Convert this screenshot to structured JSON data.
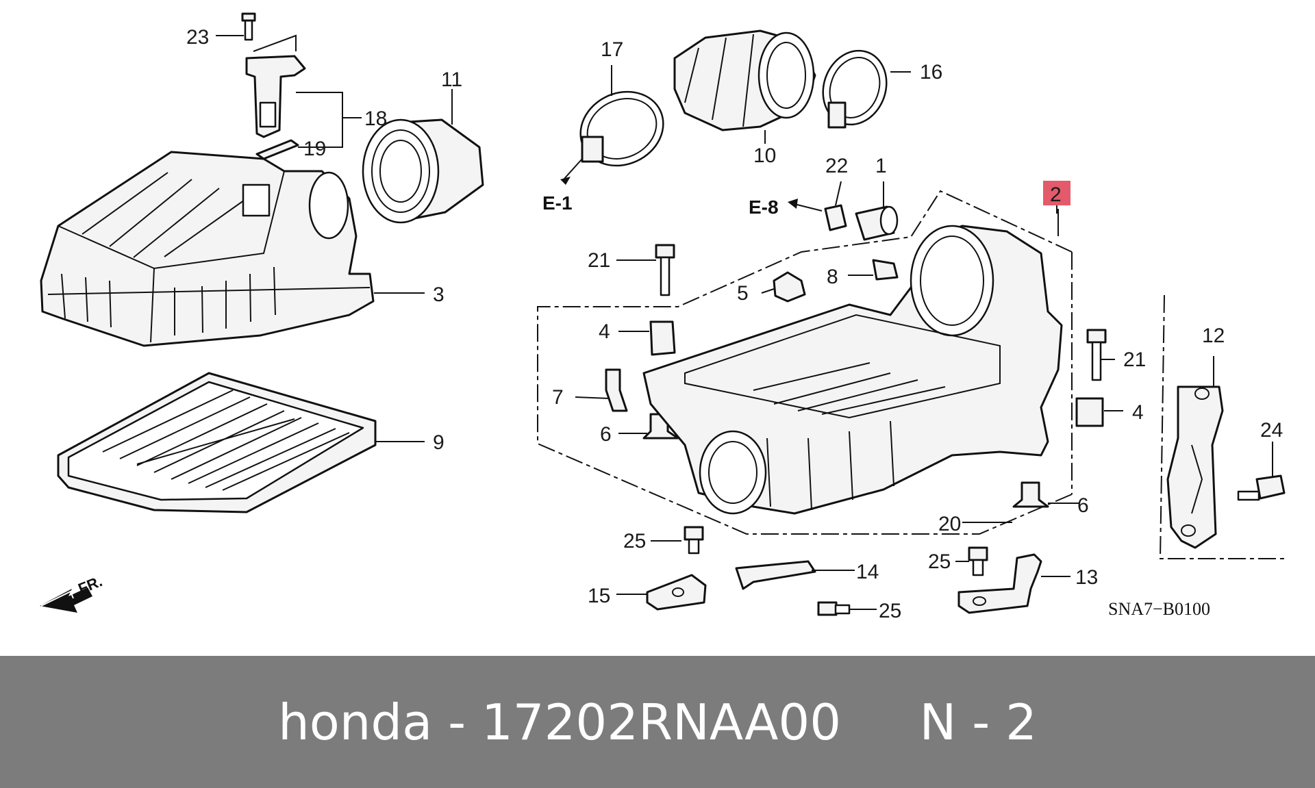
{
  "diagram": {
    "callouts": {
      "c1": "1",
      "c2": "2",
      "c3": "3",
      "c4a": "4",
      "c4b": "4",
      "c5": "5",
      "c6a": "6",
      "c6b": "6",
      "c7": "7",
      "c8": "8",
      "c9": "9",
      "c10": "10",
      "c11": "11",
      "c12": "12",
      "c13": "13",
      "c14": "14",
      "c15": "15",
      "c16": "16",
      "c17": "17",
      "c18": "18",
      "c19": "19",
      "c20": "20",
      "c21a": "21",
      "c21b": "21",
      "c22": "22",
      "c23": "23",
      "c24": "24",
      "c25a": "25",
      "c25b": "25",
      "c25c": "25"
    },
    "highlight_color": "#e35a6a",
    "refs": {
      "e1": "E-1",
      "e8": "E-8"
    },
    "front_label": "FR.",
    "diagram_code": "SNA7−B0100"
  },
  "footer": {
    "text": "honda - 17202RNAA00     N - 2",
    "background": "#7c7c7c"
  }
}
